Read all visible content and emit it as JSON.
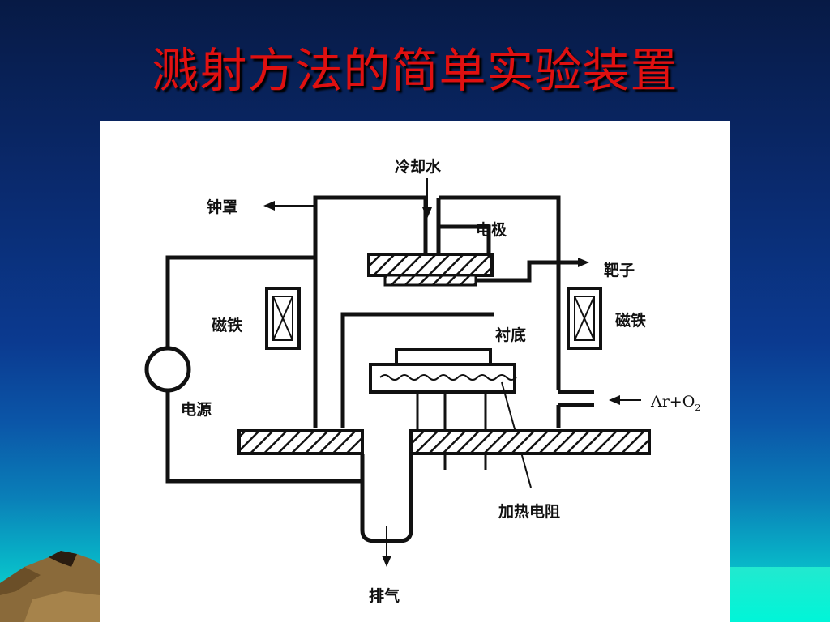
{
  "slide": {
    "title": "溅射方法的简单实验装置"
  },
  "diagram": {
    "labels": {
      "cooling_water": "冷却水",
      "bell_jar": "钟罩",
      "electrode": "电极",
      "target": "靶子",
      "magnet_left": "磁铁",
      "magnet_right": "磁铁",
      "substrate": "衬底",
      "power_supply": "电源",
      "gas_inlet": "Ar+O",
      "gas_inlet_sub": "2",
      "heater": "加热电阻",
      "exhaust": "排气"
    }
  }
}
